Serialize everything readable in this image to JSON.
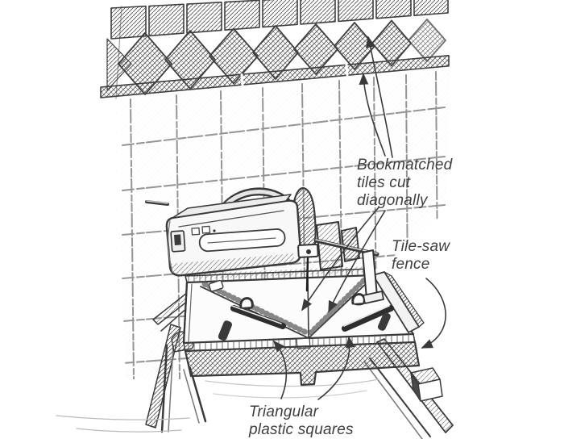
{
  "labels": {
    "bookmatched": "Bookmatched\ntiles cut\ndiagonally",
    "fence": "Tile-saw\nfence",
    "squares": "Triangular\nplastic squares"
  },
  "colors": {
    "ink": "#3a3a3a",
    "paper": "#ffffff",
    "label_text": "#3f3f3f"
  }
}
